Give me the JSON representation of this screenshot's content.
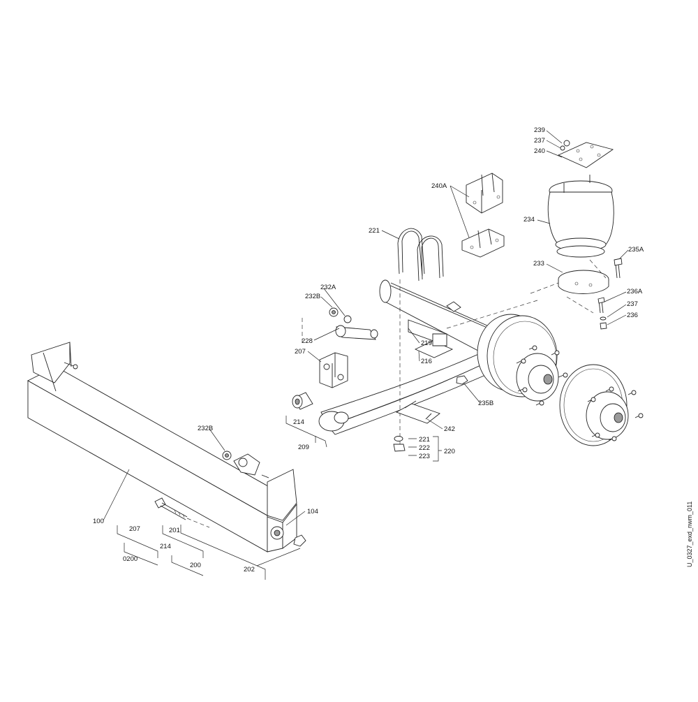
{
  "drawing_id": "U_0327_exd_nwm_011",
  "callouts": {
    "c239": "239",
    "c237a": "237",
    "c240": "240",
    "c240A": "240A",
    "c234": "234",
    "c221a": "221",
    "c235A": "235A",
    "c233": "233",
    "c236A": "236A",
    "c237b": "237",
    "c236": "236",
    "c232A": "232A",
    "c232Ba": "232B",
    "c228": "228",
    "c219": "219",
    "c207a": "207",
    "c216": "216",
    "c235B": "235B",
    "c214a": "214",
    "c242": "242",
    "c209": "209",
    "c221b": "221",
    "c222": "222",
    "c223": "223",
    "c220": "220",
    "c232Bb": "232B",
    "c104": "104",
    "c100": "100",
    "c207b": "207",
    "c201": "201",
    "c214b": "214",
    "c0200": "0200",
    "c200": "200",
    "c202": "202"
  }
}
